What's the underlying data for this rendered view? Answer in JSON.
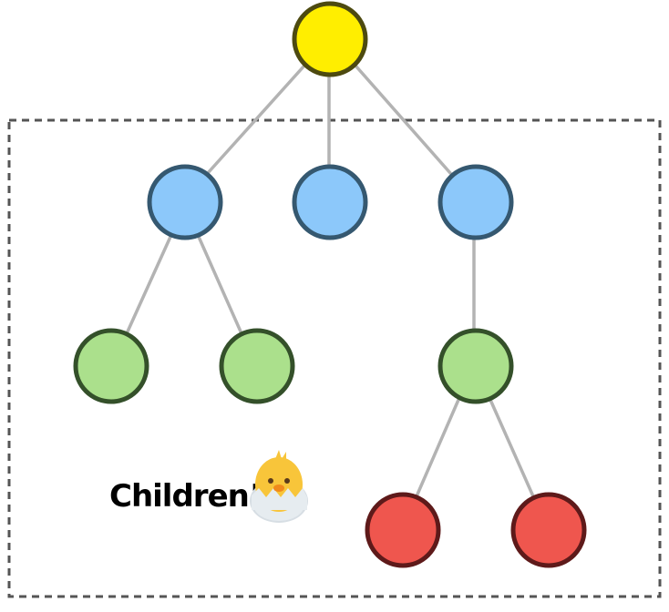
{
  "diagram": {
    "caption": "Children!",
    "caption_icon": "hatching-chick-icon",
    "colors": {
      "root_fill": "#FFEE00",
      "root_stroke": "#4d4a10",
      "level1_fill": "#8CC8FA",
      "level1_stroke": "#355870",
      "level2_fill": "#ABE08C",
      "level2_stroke": "#34502A",
      "level3_fill": "#EF564E",
      "level3_stroke": "#5E1A1A",
      "edge": "#B3B3B3",
      "group_border": "#555555"
    },
    "nodes": [
      {
        "id": "root",
        "level": 0,
        "parent": null
      },
      {
        "id": "child-a",
        "level": 1,
        "parent": "root"
      },
      {
        "id": "child-b",
        "level": 1,
        "parent": "root"
      },
      {
        "id": "child-c",
        "level": 1,
        "parent": "root"
      },
      {
        "id": "grandchild-a1",
        "level": 2,
        "parent": "child-a"
      },
      {
        "id": "grandchild-a2",
        "level": 2,
        "parent": "child-a"
      },
      {
        "id": "grandchild-c1",
        "level": 2,
        "parent": "child-c"
      },
      {
        "id": "great-grandchild-1",
        "level": 3,
        "parent": "grandchild-c1"
      },
      {
        "id": "great-grandchild-2",
        "level": 3,
        "parent": "grandchild-c1"
      }
    ]
  }
}
